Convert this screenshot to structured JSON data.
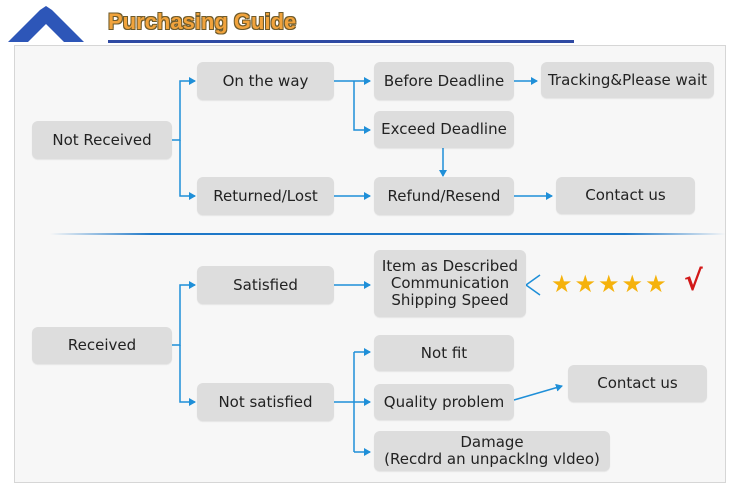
{
  "header": {
    "title": "Purchasing Guide"
  },
  "not_received": {
    "root": "Not Received",
    "on_the_way": "On the way",
    "returned_lost": "Returned/Lost",
    "before_deadline": "Before Deadline",
    "exceed_deadline": "Exceed Deadline",
    "tracking_wait": "Tracking&Please wait",
    "refund_resend": "Refund/Resend",
    "contact_us": "Contact us"
  },
  "received": {
    "root": "Received",
    "satisfied": "Satisfied",
    "not_satisfied": "Not satisfied",
    "criteria": [
      "Item as Described",
      "Communication",
      "Shipping Speed"
    ],
    "rating_stars": 5,
    "check_mark": "√",
    "not_fit": "Not fit",
    "quality_problem": "Quality problem",
    "damage_line1": "Damage",
    "damage_line2": "(Recdrd an unpacklng vldeo)",
    "contact_us": "Contact us"
  },
  "colors": {
    "arrow": "#1f8fd8",
    "node_bg": "#dddddd",
    "title": "#f1a33c",
    "star": "#f5b20c",
    "check": "#d21919"
  }
}
